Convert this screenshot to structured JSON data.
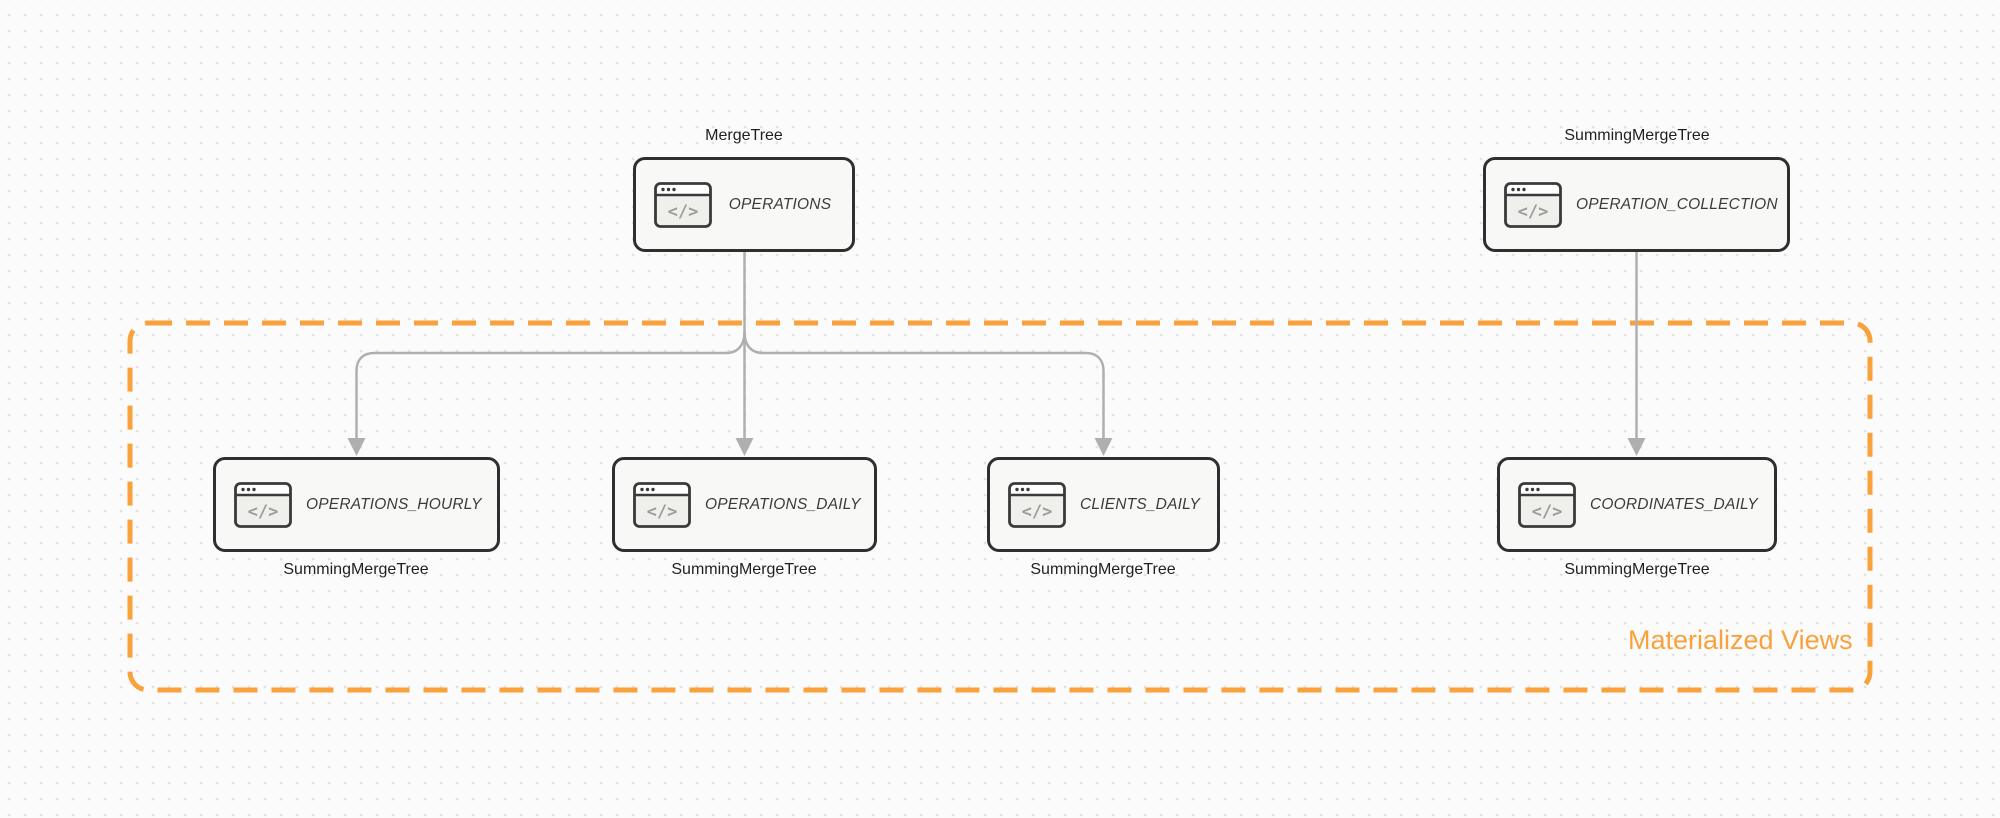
{
  "colors": {
    "background": "#FBFBFB",
    "dot_grid": "#E2E2E2",
    "node_border": "#2F2F2F",
    "node_fill": "#F8F8F6",
    "node_text": "#3B3B3B",
    "engine_text": "#1F1F1F",
    "edge_gray": "#AFAFAF",
    "accent_orange": "#F9A23C"
  },
  "frame": {
    "label": "Materialized Views"
  },
  "icons": {
    "node_icon": "code-browser-window-icon",
    "glyph": "</>"
  },
  "nodes": [
    {
      "id": "operations",
      "label": "OPERATIONS",
      "engine": "MergeTree",
      "engine_position": "above"
    },
    {
      "id": "operation-collection",
      "label": "OPERATION_COLLECTION",
      "engine": "SummingMergeTree",
      "engine_position": "above"
    },
    {
      "id": "operations-hourly",
      "label": "OPERATIONS_HOURLY",
      "engine": "SummingMergeTree",
      "engine_position": "below"
    },
    {
      "id": "operations-daily",
      "label": "OPERATIONS_DAILY",
      "engine": "SummingMergeTree",
      "engine_position": "below"
    },
    {
      "id": "clients-daily",
      "label": "CLIENTS_DAILY",
      "engine": "SummingMergeTree",
      "engine_position": "below"
    },
    {
      "id": "coordinates-daily",
      "label": "COORDINATES_DAILY",
      "engine": "SummingMergeTree",
      "engine_position": "below"
    }
  ],
  "edges": [
    {
      "from": "operations",
      "to": "operations-hourly"
    },
    {
      "from": "operations",
      "to": "operations-daily"
    },
    {
      "from": "operations",
      "to": "clients-daily"
    },
    {
      "from": "operation-collection",
      "to": "coordinates-daily"
    }
  ]
}
